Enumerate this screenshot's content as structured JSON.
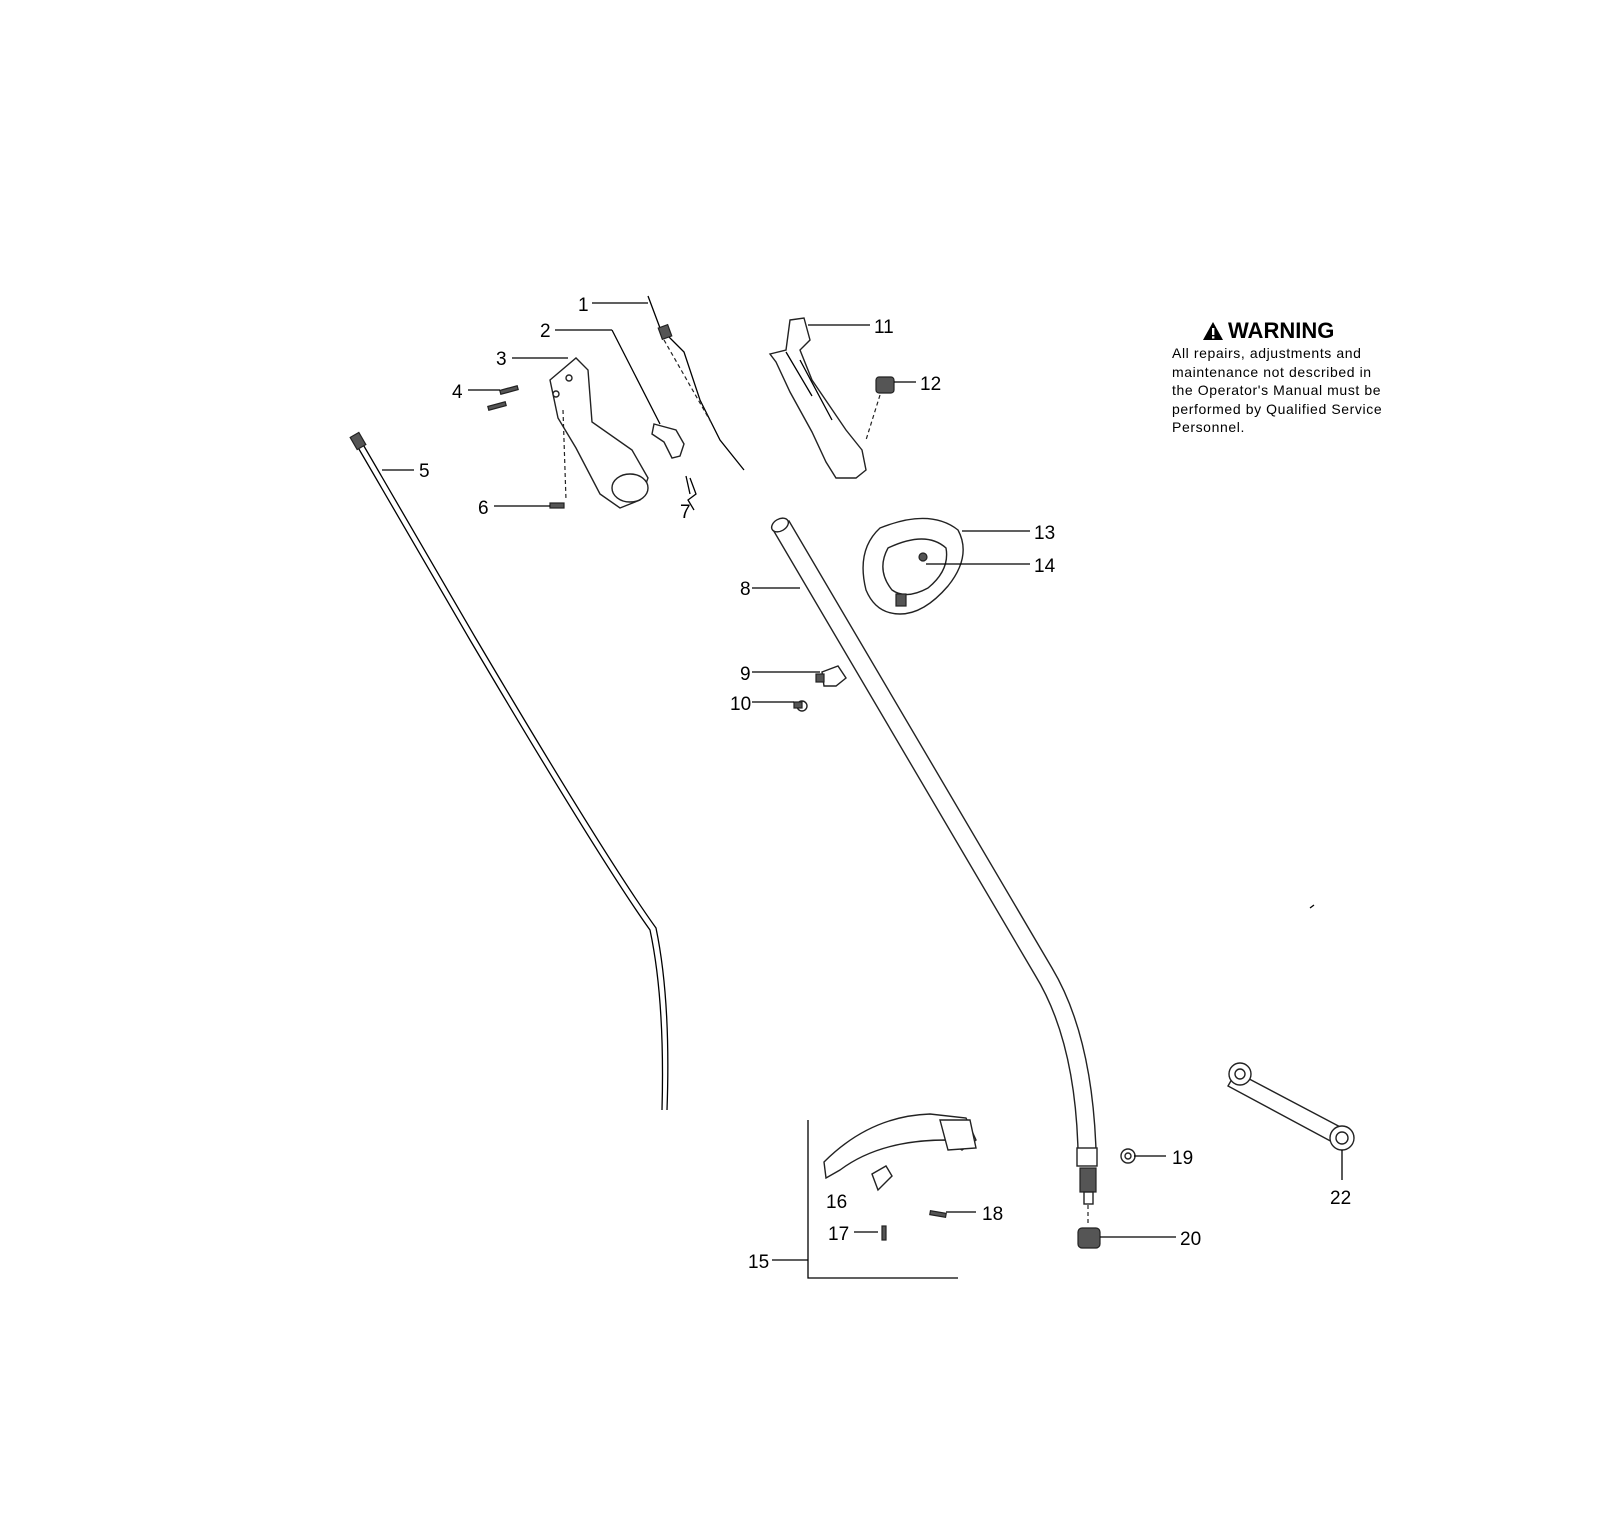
{
  "callouts": [
    "1",
    "2",
    "3",
    "4",
    "5",
    "6",
    "7",
    "8",
    "9",
    "10",
    "11",
    "12",
    "13",
    "14",
    "15",
    "16",
    "17",
    "18",
    "19",
    "20",
    "22"
  ],
  "warning": {
    "title": "WARNING",
    "text_lines": [
      "All repairs, adjustments and",
      "maintenance not described in",
      "the Operator's Manual must be",
      "performed by Qualified Service",
      "Personnel."
    ]
  },
  "parts": [
    {
      "id": "1",
      "icon": "throttle-cable-icon"
    },
    {
      "id": "2",
      "icon": "throttle-trigger-icon"
    },
    {
      "id": "3",
      "icon": "handle-housing-icon"
    },
    {
      "id": "4",
      "icon": "screw-icon"
    },
    {
      "id": "5",
      "icon": "drive-shaft-icon"
    },
    {
      "id": "6",
      "icon": "screw-icon"
    },
    {
      "id": "7",
      "icon": "spring-icon"
    },
    {
      "id": "8",
      "icon": "curved-shaft-tube-icon"
    },
    {
      "id": "9",
      "icon": "switch-icon"
    },
    {
      "id": "10",
      "icon": "clip-icon"
    },
    {
      "id": "11",
      "icon": "handle-half-icon"
    },
    {
      "id": "12",
      "icon": "knob-icon"
    },
    {
      "id": "13",
      "icon": "assist-handle-icon"
    },
    {
      "id": "14",
      "icon": "screw-icon"
    },
    {
      "id": "15",
      "icon": "shield-assembly-icon"
    },
    {
      "id": "16",
      "icon": "line-cutter-blade-icon"
    },
    {
      "id": "17",
      "icon": "screw-icon"
    },
    {
      "id": "18",
      "icon": "screw-icon"
    },
    {
      "id": "19",
      "icon": "nut-icon"
    },
    {
      "id": "20",
      "icon": "bushing-icon"
    },
    {
      "id": "22",
      "icon": "wrench-icon"
    }
  ]
}
